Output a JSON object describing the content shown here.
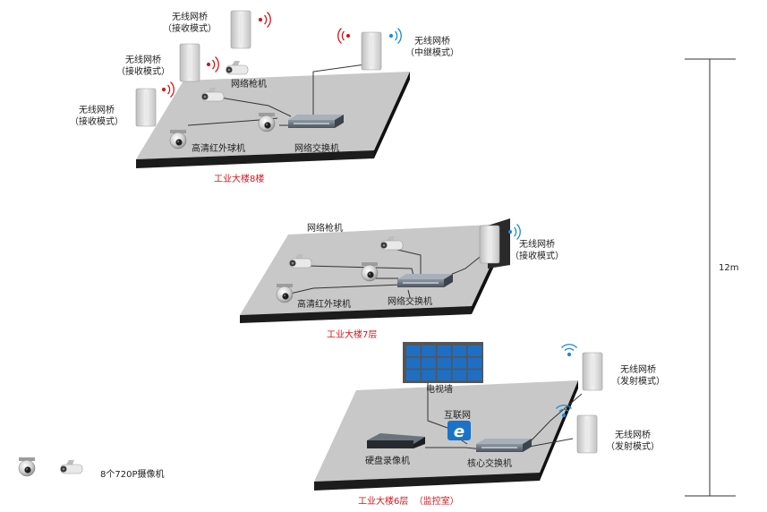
{
  "floors": {
    "f8": {
      "name": "工业大楼8楼",
      "bridge_a": {
        "line1": "无线网桥",
        "line2": "（接收模式）"
      },
      "bridge_b": {
        "line1": "无线网桥",
        "line2": "（接收模式）"
      },
      "bridge_c": {
        "line1": "无线网桥",
        "line2": "（接收模式）"
      },
      "bridge_relay": {
        "line1": "无线网桥",
        "line2": "（中继模式）"
      },
      "bullet_cam": "网络枪机",
      "dome_cam": "高清红外球机",
      "switch": "网络交换机"
    },
    "f7": {
      "name": "工业大楼7层",
      "bullet_cam": "网络枪机",
      "bridge": {
        "line1": "无线网桥",
        "line2": "（接收模式）"
      },
      "dome_cam": "高清红外球机",
      "switch": "网络交换机"
    },
    "f6": {
      "name": "工业大楼6层  （监控室）",
      "tv_wall": "电视墙",
      "internet": "互联网",
      "nvr": "硬盘录像机",
      "core_switch": "核心交换机",
      "bridge_a": {
        "line1": "无线网桥",
        "line2": "（发射模式）"
      },
      "bridge_b": {
        "line1": "无线网桥",
        "line2": "（发射模式）"
      }
    }
  },
  "legend": {
    "label": "8个720P摄像机"
  },
  "height": {
    "label": "12m"
  },
  "colors": {
    "slab_top": "#c8c8c8",
    "slab_front": "#1c1c1c",
    "floor_label": "#d4161c",
    "signal_red": "#d4161c",
    "signal_blue": "#1a8ad4",
    "tv_screen": "#1e6fc4",
    "internet_icon": "#1a73c8"
  }
}
